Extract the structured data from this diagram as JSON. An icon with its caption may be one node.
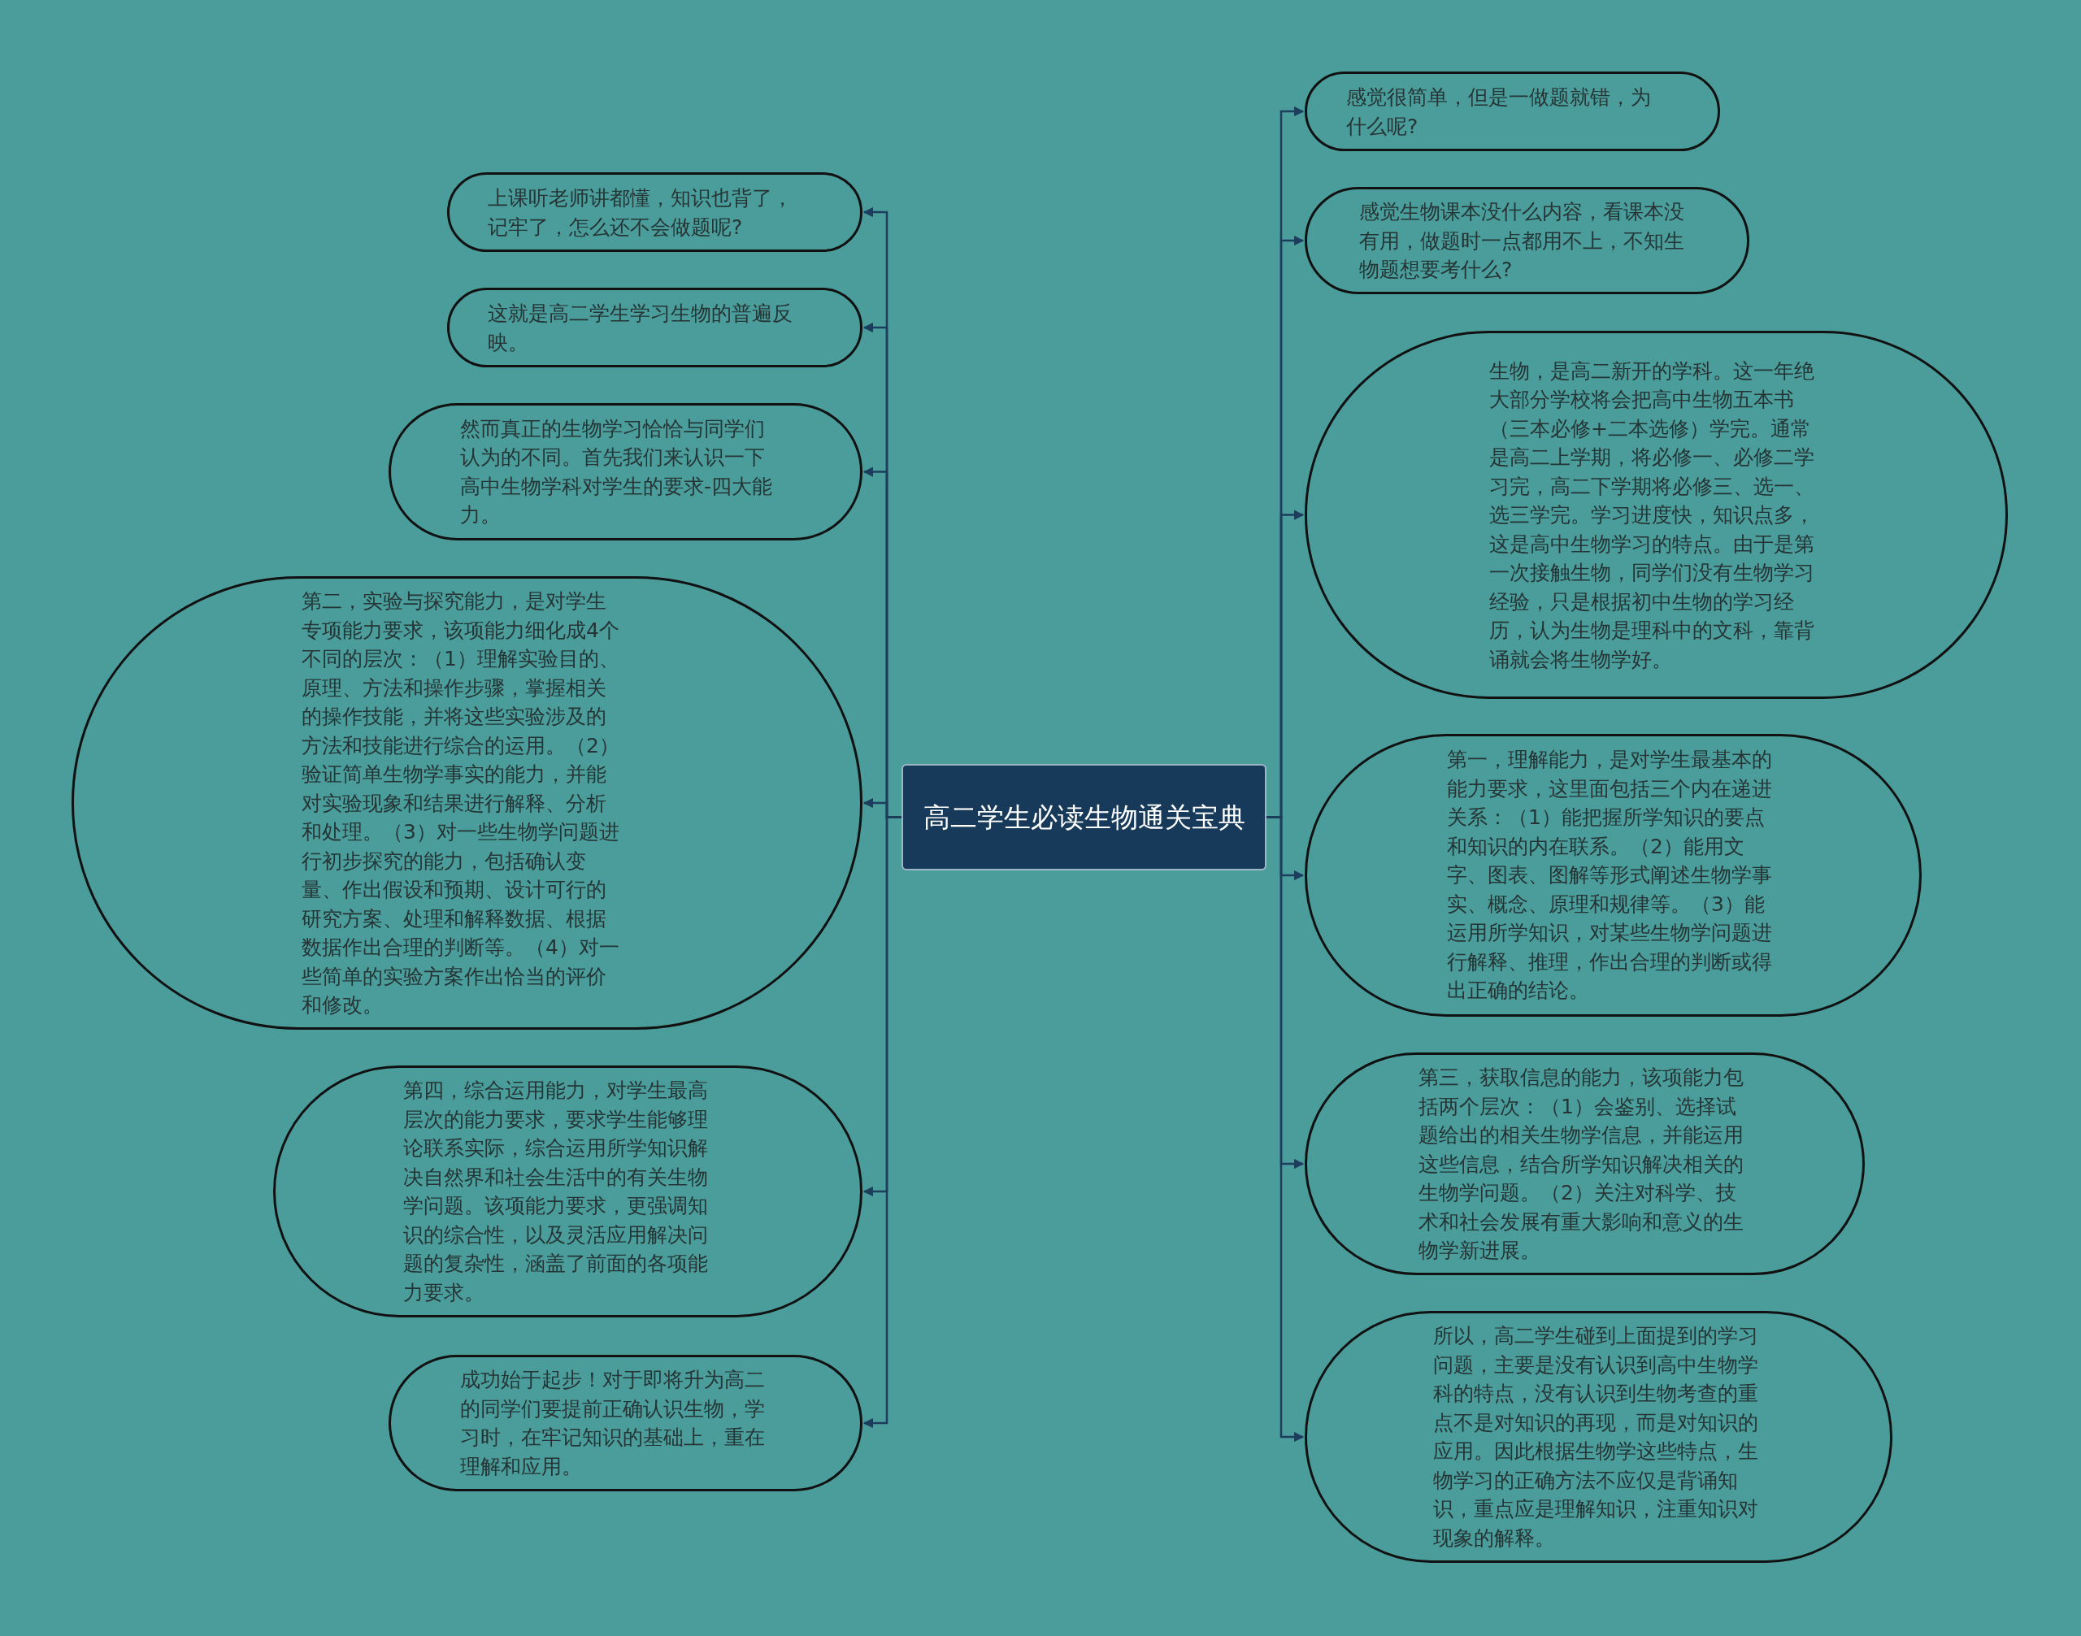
{
  "diagram": {
    "nodes": [
      {
        "text": [
          "高二学生必读生物通关宝典"
        ]
      },
      {
        "text": [
          "上课听老师讲都懂，知识也背了，记牢了，怎么还不会做题呢?"
        ]
      },
      {
        "text": [
          "这就是高二学生学习生物的普遍反映。"
        ]
      },
      {
        "text": [
          "然而真正的生物学习恰恰与同学们认为的不同。首先我们来认识一下高中生物学科对学生的要求-四大能力。"
        ]
      },
      {
        "text": [
          "第二，实验与探究能力，是对学生专项能力要求，该项能力细化成4个不同的层次：（1）理解实验目的、原理、方法和操作步骤，掌握相关的操作技能，并将这些实验涉及的方法和技能进行综合的运用。（2）验证简单生物学事实的能力，并能对实验现象和结果进行解释、分析和处理。（3）对一些生物学问题进行初步探究的能力，包括确认变量、作出假设和预期、设计可行的研究方案、处理和解释数据、根据数据作出合理的判断等。（4）对一些简单的实验方案作出恰当的评价和修改。"
        ]
      },
      {
        "text": [
          "第四，综合运用能力，对学生最高层次的能力要求，要求学生能够理论联系实际，综合运用所学知识解决自然界和社会生活中的有关生物学问题。该项能力要求，更强调知识的综合性，以及灵活应用解决问题的复杂性，涵盖了前面的各项能力要求。"
        ]
      },
      {
        "text": [
          "成功始于起步！对于即将升为高二的同学们要提前正确认识生物，学习时，在牢记知识的基础上，重在理解和应用。"
        ]
      },
      {
        "text": [
          "感觉很简单，但是一做题就错，为什么呢?"
        ]
      },
      {
        "text": [
          "感觉生物课本没什么内容，看课本没有用，做题时一点都用不上，不知生物题想要考什么?"
        ]
      },
      {
        "text": [
          "生物，是高二新开的学科。这一年绝大部分学校将会把高中生物五本书（三本必修+二本选修）学完。通常是高二上学期，将必修一、必修二学习完，高二下学期将必修三、选一、选三学完。学习进度快，知识点多，这是高中生物学习的特点。由于是第一次接触生物，同学们没有生物学习经验，只是根据初中生物的学习经历，认为生物是理科中的文科，靠背诵就会将生物学好。"
        ]
      },
      {
        "text": [
          "第一，理解能力，是对学生最基本的能力要求，这里面包括三个内在递进关系：（1）能把握所学知识的要点和知识的内在联系。（2）能用文字、图表、图解等形式阐述生物学事实、概念、原理和规律等。（3）能运用所学知识，对某些生物学问题进行解释、推理，作出合理的判断或得出正确的结论。"
        ]
      },
      {
        "text": [
          "第三，获取信息的能力，该项能力包括两个层次：（1）会鉴别、选择试题给出的相关生物学信息，并能运用这些信息，结合所学知识解决相关的生物学问题。（2）关注对科学、技术和社会发展有重大影响和意义的生物学新进展。"
        ]
      },
      {
        "text": [
          "所以，高二学生碰到上面提到的学习问题，主要是没有认识到高中生物学科的特点，没有认识到生物考查的重点不是对知识的再现，而是对知识的应用。因此根据生物学这些特点，生物学习的正确方法不应仅是背诵知识，重点应是理解知识，注重知识对现象的解释。"
        ]
      }
    ],
    "edges": [
      {
        "from": 0,
        "to": 1,
        "arrow": "to"
      },
      {
        "from": 0,
        "to": 2,
        "arrow": "to"
      },
      {
        "from": 0,
        "to": 3,
        "arrow": "to"
      },
      {
        "from": 0,
        "to": 4,
        "arrow": "to"
      },
      {
        "from": 0,
        "to": 5,
        "arrow": "to"
      },
      {
        "from": 0,
        "to": 6,
        "arrow": "to"
      },
      {
        "from": 0,
        "to": 7,
        "arrow": "to"
      },
      {
        "from": 0,
        "to": 8,
        "arrow": "to"
      },
      {
        "from": 0,
        "to": 9,
        "arrow": "to"
      },
      {
        "from": 0,
        "to": 10,
        "arrow": "to"
      },
      {
        "from": 0,
        "to": 11,
        "arrow": "to"
      },
      {
        "from": 0,
        "to": 12,
        "arrow": "to"
      }
    ]
  }
}
